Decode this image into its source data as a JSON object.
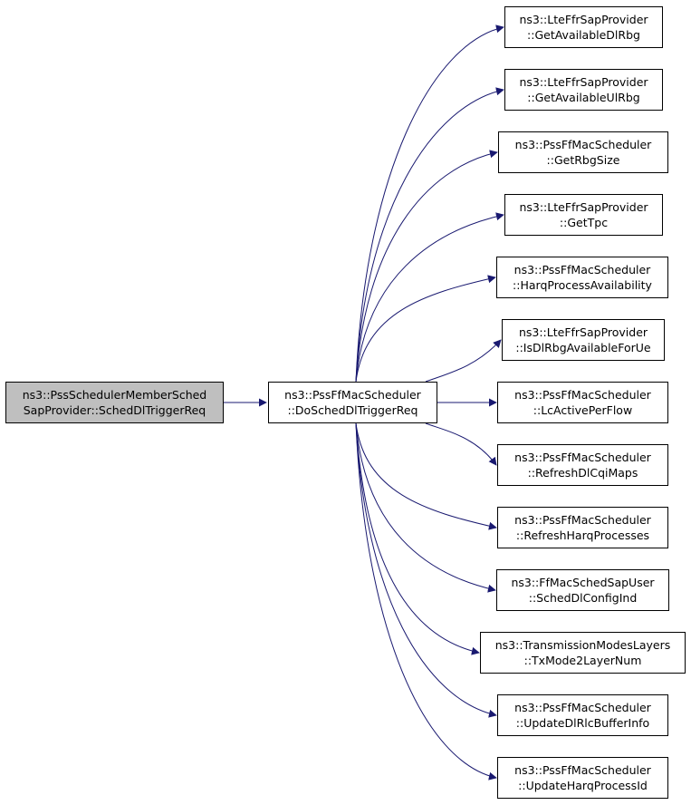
{
  "colors": {
    "edge": "#191970",
    "root_fill": "#bfbfbf",
    "node_fill": "#ffffff",
    "border": "#000000"
  },
  "root": {
    "line1": "ns3::PssSchedulerMemberSched",
    "line2": "SapProvider::SchedDlTriggerReq"
  },
  "hub": {
    "line1": "ns3::PssFfMacScheduler",
    "line2": "::DoSchedDlTriggerReq"
  },
  "callees": [
    {
      "line1": "ns3::LteFfrSapProvider",
      "line2": "::GetAvailableDlRbg"
    },
    {
      "line1": "ns3::LteFfrSapProvider",
      "line2": "::GetAvailableUlRbg"
    },
    {
      "line1": "ns3::PssFfMacScheduler",
      "line2": "::GetRbgSize"
    },
    {
      "line1": "ns3::LteFfrSapProvider",
      "line2": "::GetTpc"
    },
    {
      "line1": "ns3::PssFfMacScheduler",
      "line2": "::HarqProcessAvailability"
    },
    {
      "line1": "ns3::LteFfrSapProvider",
      "line2": "::IsDlRbgAvailableForUe"
    },
    {
      "line1": "ns3::PssFfMacScheduler",
      "line2": "::LcActivePerFlow"
    },
    {
      "line1": "ns3::PssFfMacScheduler",
      "line2": "::RefreshDlCqiMaps"
    },
    {
      "line1": "ns3::PssFfMacScheduler",
      "line2": "::RefreshHarqProcesses"
    },
    {
      "line1": "ns3::FfMacSchedSapUser",
      "line2": "::SchedDlConfigInd"
    },
    {
      "line1": "ns3::TransmissionModesLayers",
      "line2": "::TxMode2LayerNum"
    },
    {
      "line1": "ns3::PssFfMacScheduler",
      "line2": "::UpdateDlRlcBufferInfo"
    },
    {
      "line1": "ns3::PssFfMacScheduler",
      "line2": "::UpdateHarqProcessId"
    }
  ]
}
